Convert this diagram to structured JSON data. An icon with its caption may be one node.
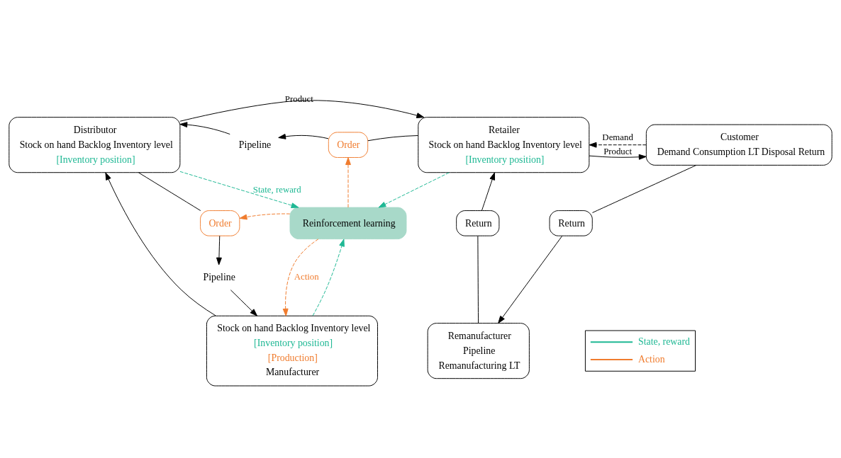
{
  "diagram": {
    "nodes": [
      {
        "text": [
          "Distributor",
          "Stock on hand Backlog Inventory level",
          "[Inventory position]"
        ]
      },
      {
        "text": [
          "Pipeline"
        ]
      },
      {
        "text": [
          "Order"
        ]
      },
      {
        "text": [
          "Retailer",
          "Stock on hand Backlog Inventory level",
          "[Inventory position]"
        ]
      },
      {
        "text": [
          "Customer",
          "Demand Consumption LT Disposal Return"
        ]
      },
      {
        "text": [
          "Order"
        ]
      },
      {
        "text": [
          "Pipeline"
        ]
      },
      {
        "text": [
          "Reinforcement learning"
        ]
      },
      {
        "text": [
          "Return"
        ]
      },
      {
        "text": [
          "Return"
        ]
      },
      {
        "text": [
          "Stock on hand Backlog Inventory level",
          "[Inventory position]",
          "[Production]",
          "Manufacturer"
        ]
      },
      {
        "text": [
          "Remanufacturer",
          "Pipeline",
          "Remanufacturing LT"
        ]
      }
    ],
    "edges": [
      {
        "from": 0,
        "to": 3,
        "arrow": "to",
        "label": "Product"
      },
      {
        "from": 3,
        "to": 4,
        "arrow": "to",
        "label": "Product"
      },
      {
        "from": 4,
        "to": 3,
        "arrow": "to",
        "label": "Demand",
        "style": "dashed"
      },
      {
        "from": 3,
        "to": 2,
        "arrow": "none"
      },
      {
        "from": 2,
        "to": 1,
        "arrow": "to"
      },
      {
        "from": 1,
        "to": 0,
        "arrow": "to"
      },
      {
        "from": 0,
        "to": 5,
        "arrow": "none"
      },
      {
        "from": 5,
        "to": 6,
        "arrow": "to"
      },
      {
        "from": 6,
        "to": 10,
        "arrow": "to"
      },
      {
        "from": 10,
        "to": 0,
        "arrow": "to"
      },
      {
        "from": 0,
        "to": 7,
        "arrow": "to",
        "label": "State, reward",
        "style": "dashed",
        "color": "#1fb894"
      },
      {
        "from": 3,
        "to": 7,
        "arrow": "to",
        "style": "dashed",
        "color": "#1fb894"
      },
      {
        "from": 10,
        "to": 7,
        "arrow": "to",
        "style": "dashed",
        "color": "#1fb894"
      },
      {
        "from": 7,
        "to": 2,
        "arrow": "to",
        "style": "dashed",
        "color": "#f07c2e"
      },
      {
        "from": 7,
        "to": 5,
        "arrow": "to",
        "style": "dashed",
        "color": "#f07c2e"
      },
      {
        "from": 7,
        "to": 10,
        "arrow": "to",
        "label": "Action",
        "style": "dashed",
        "color": "#f07c2e"
      },
      {
        "from": 11,
        "to": 8,
        "arrow": "none"
      },
      {
        "from": 8,
        "to": 3,
        "arrow": "to"
      },
      {
        "from": 4,
        "to": 9,
        "arrow": "none"
      },
      {
        "from": 9,
        "to": 11,
        "arrow": "to"
      }
    ],
    "legend": [
      {
        "text": "State, reward"
      },
      {
        "text": "Action"
      }
    ]
  }
}
